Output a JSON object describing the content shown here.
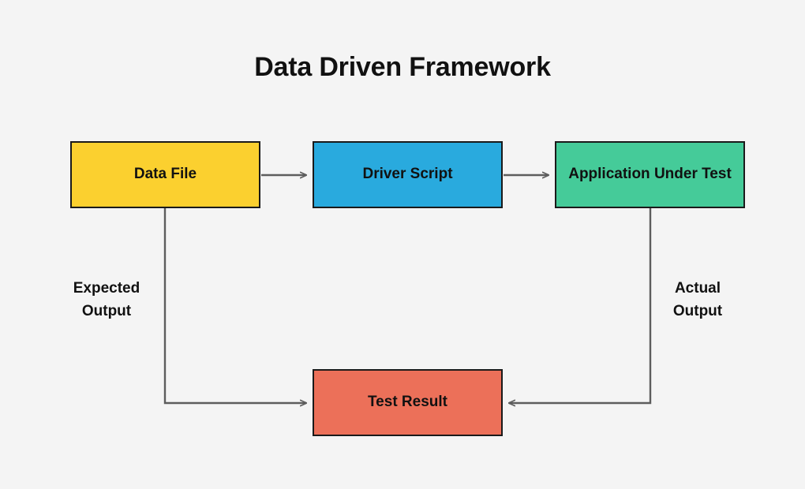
{
  "diagram": {
    "title": "Data Driven Framework",
    "background_color": "#f4f4f4",
    "type": "flowchart",
    "nodes": [
      {
        "id": "data-file",
        "label": "Data File",
        "color": "#fbd02f",
        "border_color": "#1a1a1a",
        "text_color": "#111111"
      },
      {
        "id": "driver-script",
        "label": "Driver Script",
        "color": "#29aade",
        "border_color": "#1a1a1a",
        "text_color": "#111111"
      },
      {
        "id": "application-under-test",
        "label": "Application Under Test",
        "color": "#45cb99",
        "border_color": "#1a1a1a",
        "text_color": "#111111"
      },
      {
        "id": "test-result",
        "label": "Test Result",
        "color": "#ec7059",
        "border_color": "#1a1a1a",
        "text_color": "#111111"
      }
    ],
    "edges": [
      {
        "id": "data-file-to-driver-script",
        "from": "data-file",
        "to": "driver-script",
        "label": ""
      },
      {
        "id": "driver-script-to-application-under-test",
        "from": "driver-script",
        "to": "application-under-test",
        "label": ""
      },
      {
        "id": "data-file-to-test-result",
        "from": "data-file",
        "to": "test-result",
        "label": "Expected\nOutput"
      },
      {
        "id": "application-under-test-to-test-result",
        "from": "application-under-test",
        "to": "test-result",
        "label": "Actual\nOutput"
      }
    ],
    "edge_color": "#5d5d5d"
  }
}
